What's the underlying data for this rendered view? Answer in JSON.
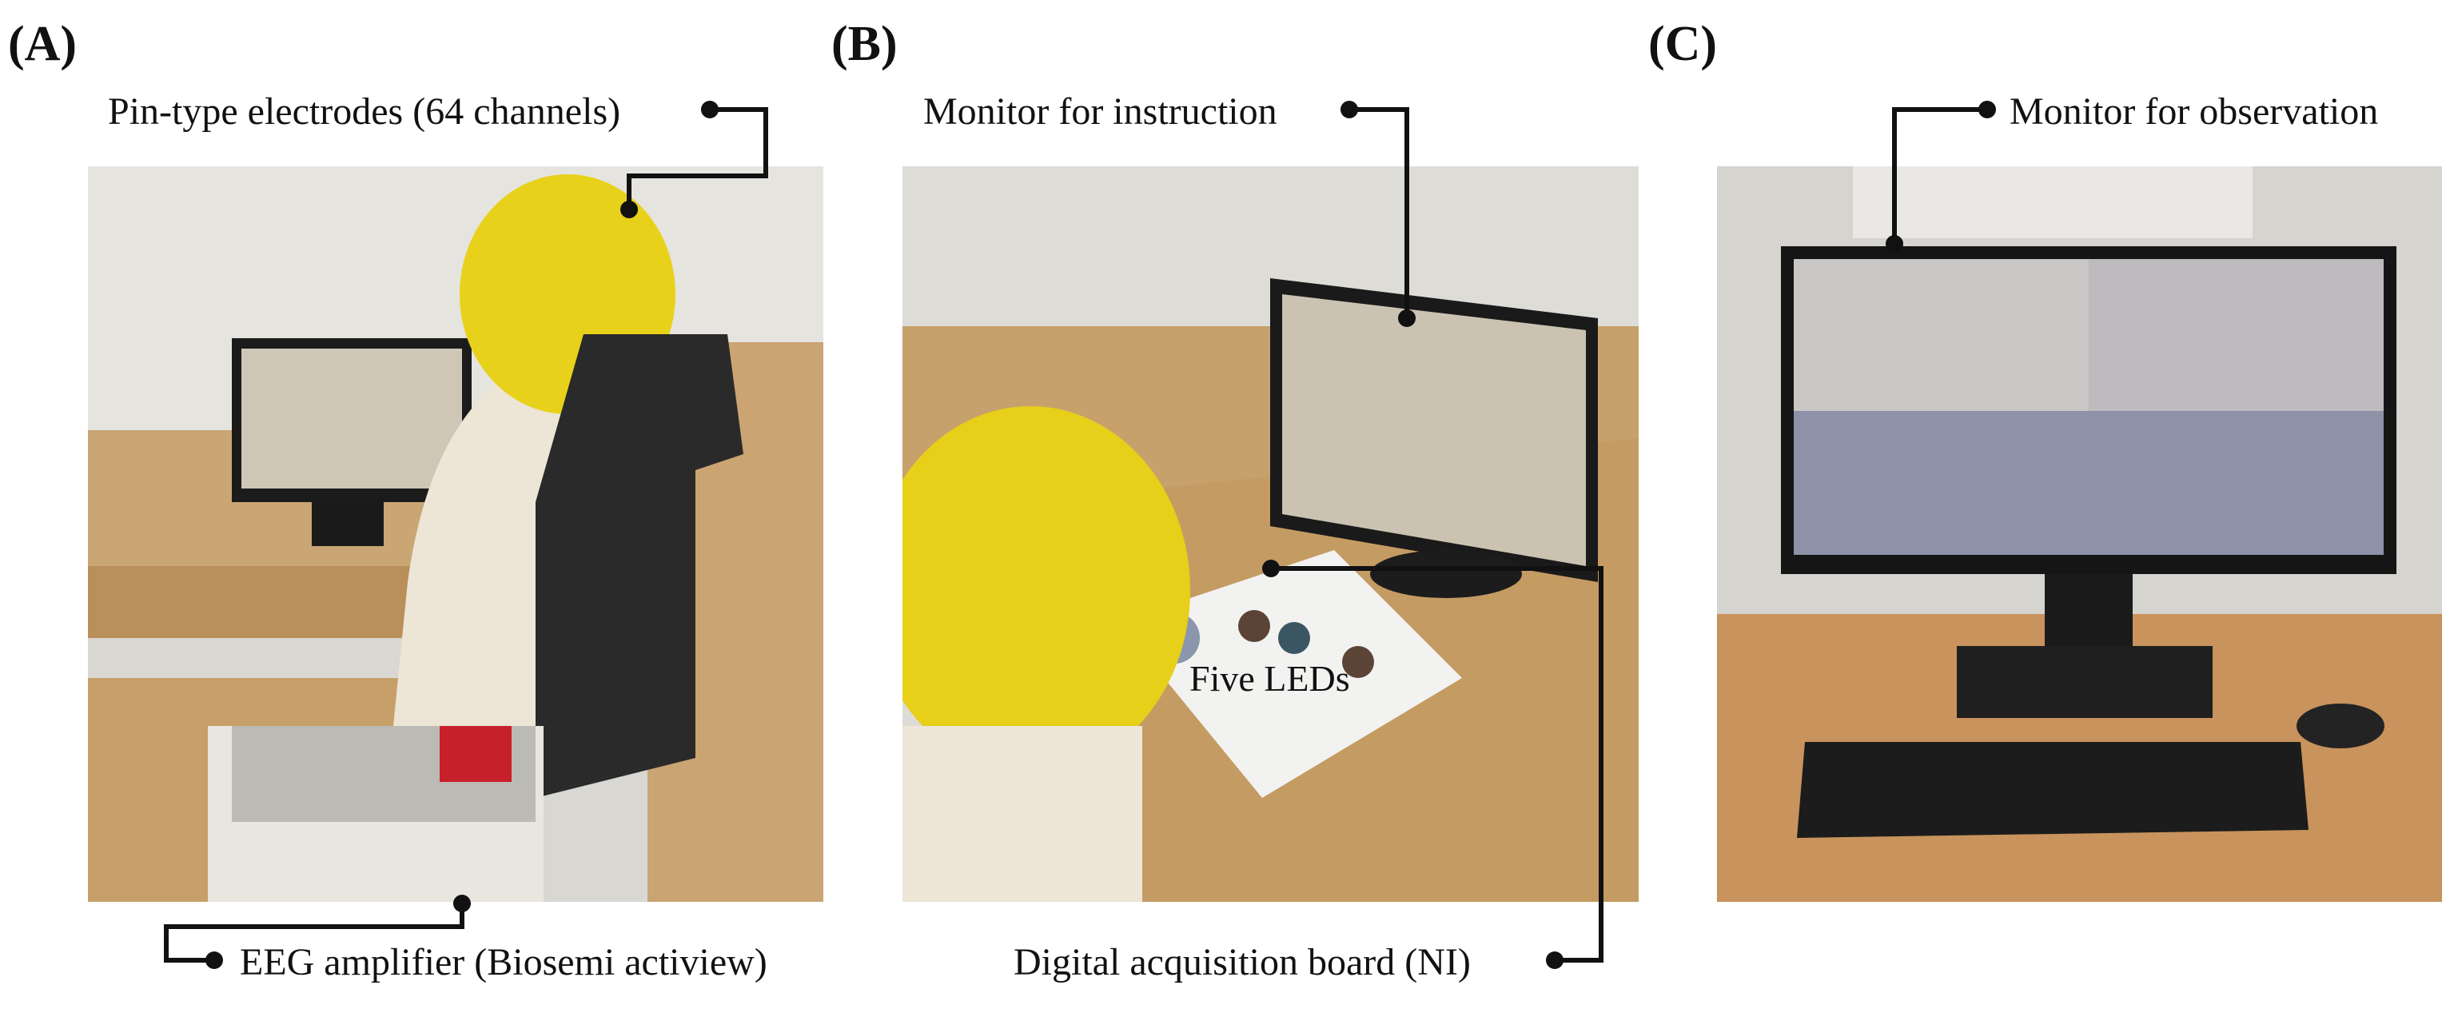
{
  "panels": {
    "a": {
      "letter": "(A)",
      "label_top": "Pin-type electrodes (64 channels)",
      "label_bottom": "EEG amplifier (Biosemi actiview)"
    },
    "b": {
      "letter": "(B)",
      "label_top": "Monitor for instruction",
      "label_middle": "Five LEDs",
      "label_bottom": "Digital acquisition board (NI)"
    },
    "c": {
      "letter": "(C)",
      "label_top": "Monitor for observation"
    }
  }
}
